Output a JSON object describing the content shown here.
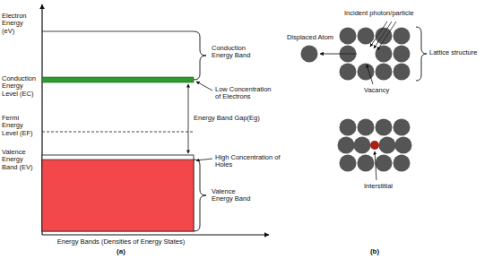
{
  "diagram": {
    "labels": [
      "Electron Energy (eV)",
      "Conduction Energy Band",
      "Conduction Energy Level (EC)",
      "Low Concentration of Electrons",
      "Fermi Energy Level (EF)",
      "Energy Band Gap(Eg)",
      "Valence Energy Band (EV)",
      "High Concentration of Holes",
      "Valence Energy Band",
      "Energy Bands (Densities of Energy States)",
      "(a)",
      "Incident photon/particle",
      "Displaced Atom",
      "Lattice structure",
      "Vacancy",
      "Interstitial",
      "(b)"
    ]
  }
}
